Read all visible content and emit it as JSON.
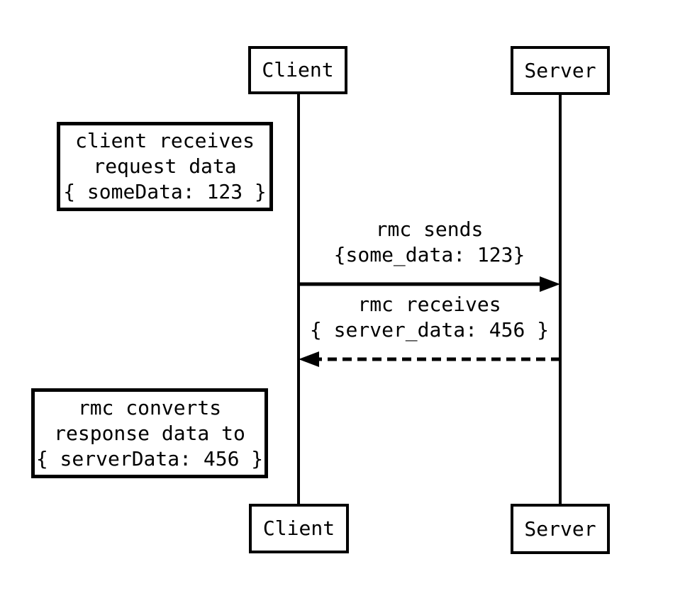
{
  "diagram": {
    "type": "sequence",
    "colors": {
      "line": "#000000",
      "background": "#ffffff",
      "text": "#000000"
    },
    "actors": {
      "client": {
        "label": "Client"
      },
      "server": {
        "label": "Server"
      }
    },
    "notes": [
      {
        "anchor": "client",
        "lines": [
          "client receives",
          "request data",
          "{ someData: 123 }"
        ]
      },
      {
        "anchor": "client",
        "lines": [
          "rmc converts",
          "response data to",
          "{ serverData: 456 }"
        ]
      }
    ],
    "messages": [
      {
        "from": "client",
        "to": "server",
        "style": "solid",
        "lines": [
          "rmc sends",
          "{some_data: 123}"
        ]
      },
      {
        "from": "server",
        "to": "client",
        "style": "dashed",
        "lines": [
          "rmc receives",
          "{ server_data: 456 }"
        ]
      }
    ]
  }
}
